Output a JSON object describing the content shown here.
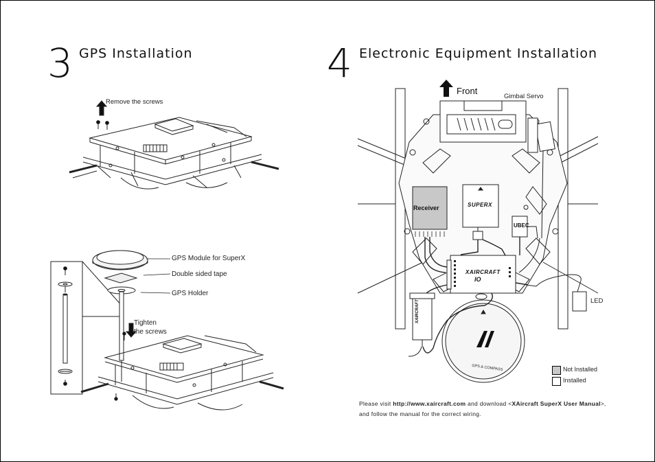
{
  "left": {
    "step_number": "3",
    "title": "GPS Installation",
    "labels": {
      "remove_screws": "Remove the screws",
      "gps_module": "GPS Module for SuperX",
      "tape": "Double sided tape",
      "holder": "GPS Holder",
      "tighten_1": "Tighten",
      "tighten_2": "the screws"
    }
  },
  "right": {
    "step_number": "4",
    "title": "Electronic Equipment Installation",
    "labels": {
      "front": "Front",
      "gimbal_servo": "Gimbal Servo",
      "receiver": "Receiver",
      "ubec": "UBEC",
      "led": "LED",
      "superx": "SUPERX",
      "xaircraft": "XAIRCRAFT",
      "io": "IO",
      "gps_compass": "GPS & COMPASS",
      "xaircraft_side": "XAIRCRAFT"
    },
    "legend": {
      "not_installed": "Not Installed",
      "installed": "Installed",
      "not_installed_color": "#c8c8c8",
      "installed_color": "#ffffff"
    },
    "note": {
      "p1": "Please visit ",
      "url": "http://www.xaircraft.com",
      "p2": " and download <",
      "manual": "XAircraft SuperX User Manual",
      "p3": ">,",
      "line2": "and follow the manual for the correct wiring."
    }
  }
}
